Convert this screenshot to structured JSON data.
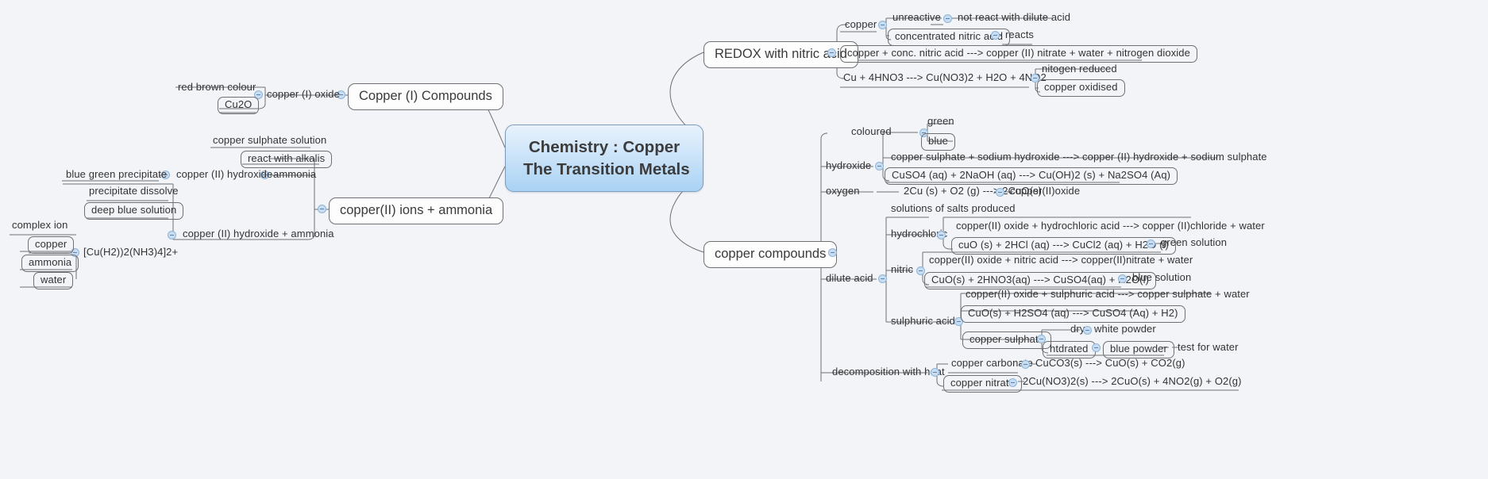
{
  "root": {
    "line1": "Chemistry : Copper",
    "line2": "The Transition Metals"
  },
  "topics": {
    "redox": "REDOX with nitric acid",
    "copper_i": "Copper (I) Compounds",
    "cu2_ammonia": "copper(II) ions + ammonia",
    "copper_compounds": "copper compounds"
  },
  "redox_branch": {
    "copper": "copper",
    "unreactive": "unreactive",
    "not_react": "not react with dilute acid",
    "conc_nitric": "concentrated nitric acid",
    "reacts": "reacts",
    "word_equation": "copper + conc. nitric acid ---> copper (II) nitrate + water + nitrogen dioxide",
    "symbol_equation": "Cu + 4HNO3 ---> Cu(NO3)2 + H2O + 4NO2",
    "nitrogen_reduced": "nitogen reduced",
    "copper_oxidised": "copper oxidised"
  },
  "copper_i_branch": {
    "oxide": "copper (I) oxide",
    "colour": "red brown colour",
    "formula": "Cu2O"
  },
  "ammonia_branch": {
    "hydroxide": "copper (II) hydroxide",
    "precipitate": "blue green precipitate",
    "sulphate_solution": "copper sulphate solution",
    "react_alkalis": "react with alkalis",
    "ammonia": "ammonia",
    "hydroxide_plus_ammonia": "copper (II) hydroxide + ammonia",
    "precipitate_dissolve": "precipitate dissolve",
    "deep_blue_solution": "deep blue solution",
    "complex_formula": "[Cu(H2))2(NH3)4]2+",
    "complex_ion": "complex ion",
    "copper": "copper",
    "ammonia_item": "ammonia",
    "water": "water"
  },
  "compounds_branch": {
    "hydroxide": "hydroxide",
    "coloured": "coloured",
    "green": "green",
    "blue": "blue",
    "hydroxide_word_eq": "copper sulphate + sodium hydroxide ---> copper (II) hydroxide + sodium sulphate",
    "hydroxide_sym_eq": "CuSO4 (aq) + 2NaOH (aq) ---> Cu(OH)2 (s) + Na2SO4 (Aq)",
    "oxygen": "oxygen",
    "oxygen_eq": "2Cu (s) + O2 (g) ---> 2CuO(s)",
    "copper_ii_oxide": "copper(II)oxide",
    "dilute_acid": "dilute acid",
    "salts_produced": "solutions of salts produced",
    "hydrochloric": "hydrochloric",
    "hcl_word_eq": "copper(II) oxide + hydrochloric acid ---> copper (II)chloride + water",
    "hcl_sym_eq": "cuO (s) + 2HCl (aq) ---> CuCl2 (aq) + H2O (l)",
    "green_solution": "green solution",
    "nitric": "nitric",
    "nitric_word_eq": "copper(II) oxide + nitric acid ---> copper(II)nitrate + water",
    "nitric_sym_eq": "CuO(s) + 2HNO3(aq) ---> CuSO4(aq) + H2O(l)",
    "blue_solution": "blue solution",
    "sulphuric": "sulphuric acid",
    "sulphuric_word_eq": "copper(II) oxide + sulphuric acid ---> copper sulphate + water",
    "sulphuric_sym_eq": "CuO(s) + H2SO4 (aq) ---> CuSO4 (Aq) + H2)",
    "copper_sulphate": "copper sulphate",
    "dry": "dry",
    "white_powder": "white powder",
    "hydrated": "htdrated",
    "blue_powder": "blue powder",
    "test_for_water": "test for water",
    "decomposition": "decomposition with heat",
    "copper_carbonate": "copper carbonate",
    "carbonate_eq": "CuCO3(s) ---> CuO(s) + CO2(g)",
    "copper_nitrate": "copper nitrate",
    "nitrate_eq": "2Cu(NO3)2(s) ---> 2CuO(s) + 4NO2(g) + O2(g)"
  },
  "colors": {
    "background": "#f2f4f8",
    "root_fill_top": "#e8f2fc",
    "root_fill_bottom": "#a9d2f3",
    "root_border": "#7d9cbb",
    "node_border": "#6f7073",
    "text": "#333333",
    "handle_fill": "#c9ddf2",
    "handle_border": "#8fb4d8",
    "wire": "#6f7073"
  }
}
